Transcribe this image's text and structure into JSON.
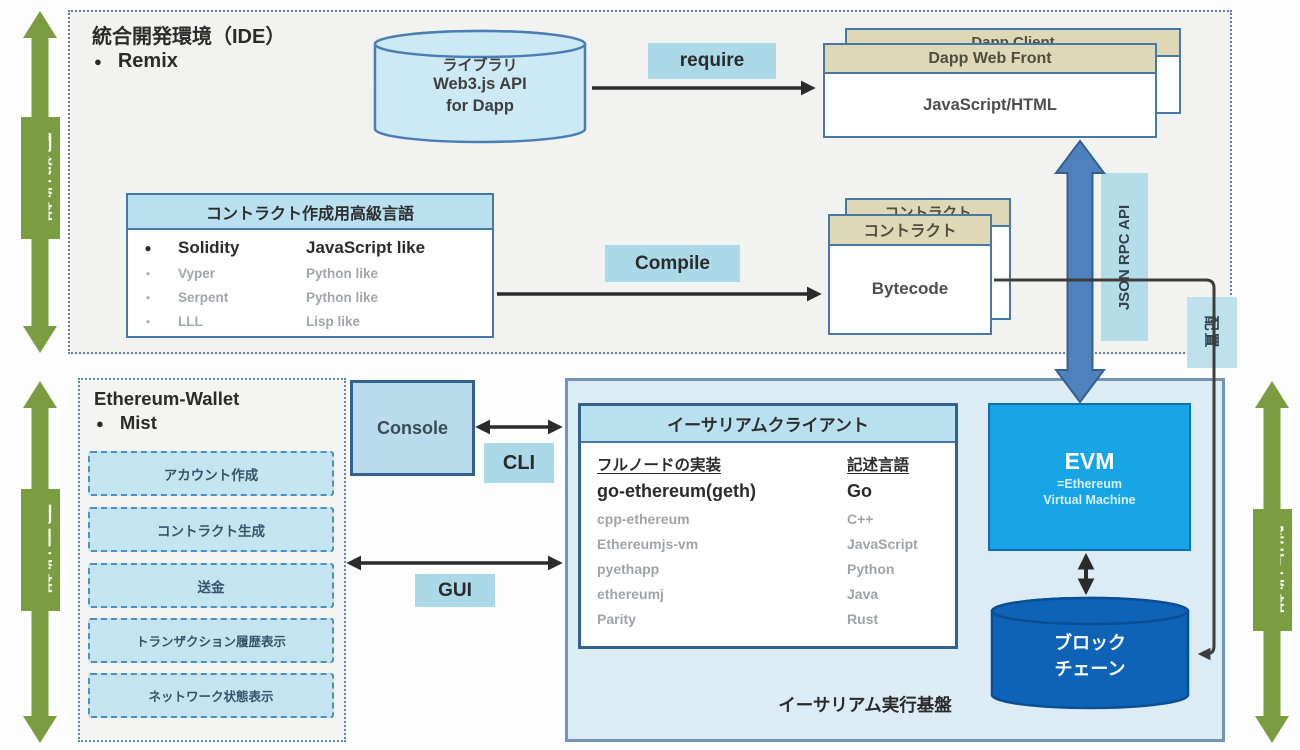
{
  "icons": {
    "bullet": "●"
  },
  "colors": {
    "accent_green": "#7c9c41",
    "accent_blue_arrow": "#4f81bd",
    "evm_blue": "#17a5e6",
    "blockchain_blue": "#0e63b7",
    "chip_blue": "#abd9e8",
    "header_tan": "#ded8b6",
    "panel_header_blue": "#b9e0ee"
  },
  "rails": {
    "dev": "開発基盤",
    "use": "利用基盤",
    "exec": "実行基盤"
  },
  "ide": {
    "title": "統合開発環境（IDE）",
    "bullet_item": "Remix",
    "cylinder": {
      "line1": "ライブラリ",
      "line2": "Web3.js API",
      "line3": "for Dapp"
    },
    "require_label": "require",
    "dapp": {
      "back_title": "Dapp Client",
      "front_title": "Dapp Web Front",
      "body": "JavaScript/HTML"
    },
    "languages": {
      "title": "コントラクト作成用高級言語",
      "rows": [
        {
          "name": "Solidity",
          "desc": "JavaScript like"
        },
        {
          "name": "Vyper",
          "desc": "Python like"
        },
        {
          "name": "Serpent",
          "desc": "Python like"
        },
        {
          "name": "LLL",
          "desc": "Lisp like"
        }
      ]
    },
    "compile_label": "Compile",
    "contract": {
      "back_title": "コントラクト",
      "front_title": "コントラクト",
      "body": "Bytecode"
    }
  },
  "connectors": {
    "json_rpc": "JSON RPC API",
    "deploy": "配置"
  },
  "wallet": {
    "title": "Ethereum-Wallet",
    "bullet_item": "Mist",
    "buttons": [
      "アカウント作成",
      "コントラクト生成",
      "送金",
      "トランザクション履歴表示",
      "ネットワーク状態表示"
    ]
  },
  "console_label": "Console",
  "cli_label": "CLI",
  "gui_label": "GUI",
  "execution": {
    "caption": "イーサリアム実行基盤",
    "client": {
      "title": "イーサリアムクライアント",
      "col_impl": "フルノードの実装",
      "col_lang": "記述言語",
      "rows": [
        {
          "impl": "go-ethereum(geth)",
          "lang": "Go"
        },
        {
          "impl": "cpp-ethereum",
          "lang": "C++"
        },
        {
          "impl": "Ethereumjs-vm",
          "lang": "JavaScript"
        },
        {
          "impl": "pyethapp",
          "lang": "Python"
        },
        {
          "impl": "ethereumj",
          "lang": "Java"
        },
        {
          "impl": "Parity",
          "lang": "Rust"
        }
      ]
    },
    "evm": {
      "title": "EVM",
      "sub1": "=Ethereum",
      "sub2": "Virtual Machine"
    },
    "blockchain": {
      "line1": "ブロック",
      "line2": "チェーン"
    }
  }
}
